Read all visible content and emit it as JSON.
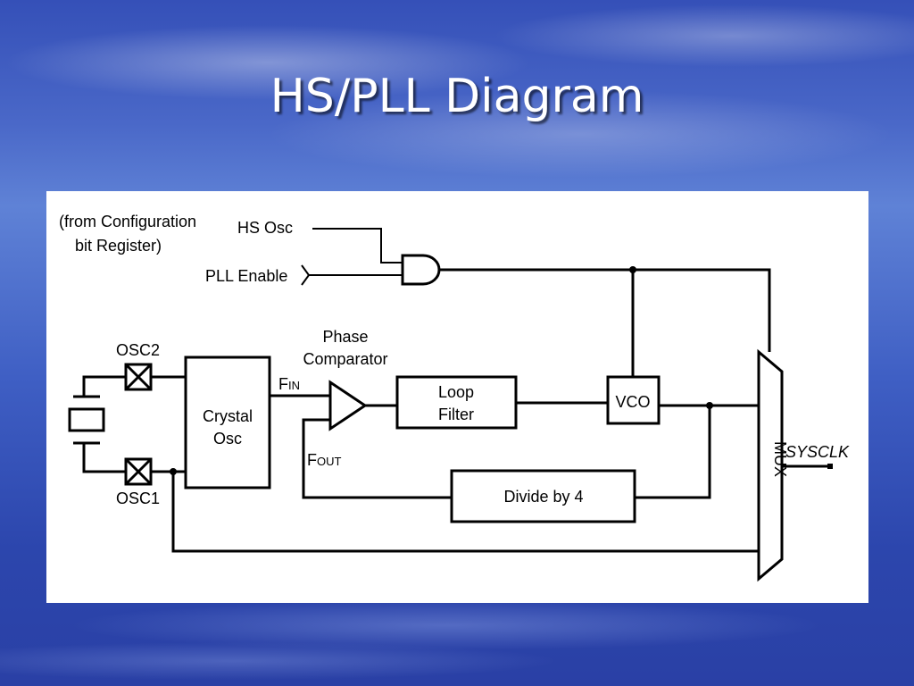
{
  "slide": {
    "title": "HS/PLL Diagram"
  },
  "diagram": {
    "config_note_line1": "(from Configuration",
    "config_note_line2": "bit Register)",
    "hs_osc": "HS Osc",
    "pll_enable": "PLL Enable",
    "osc2": "OSC2",
    "osc1": "OSC1",
    "crystal_osc_line1": "Crystal",
    "crystal_osc_line2": "Osc",
    "phase_comparator_line1": "Phase",
    "phase_comparator_line2": "Comparator",
    "fin_main": "F",
    "fin_sub": "IN",
    "fout_main": "F",
    "fout_sub": "OUT",
    "loop_filter_line1": "Loop",
    "loop_filter_line2": "Filter",
    "vco": "VCO",
    "divide_by_4": "Divide by 4",
    "mux": "MUX",
    "sysclk": "SYSCLK"
  }
}
